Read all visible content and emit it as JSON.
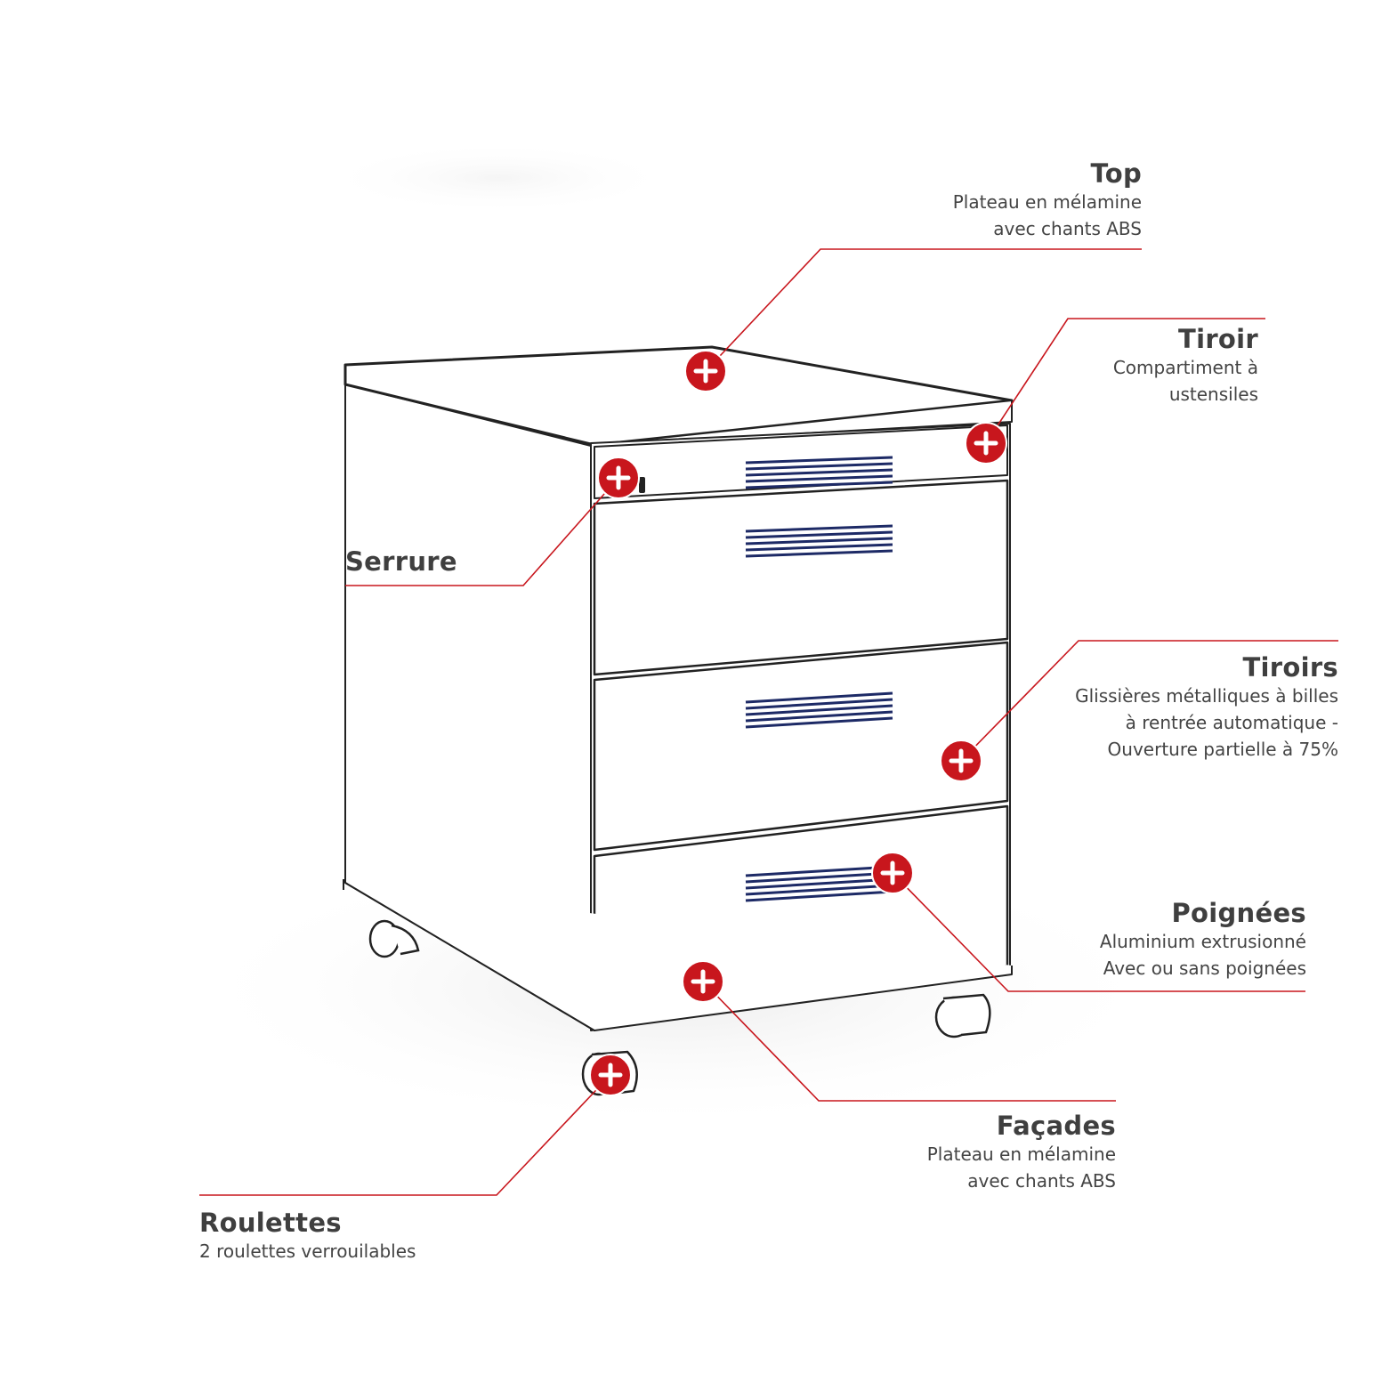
{
  "colors": {
    "accent": "#c8161d",
    "line": "#c8161d",
    "text": "#3f3f3f"
  },
  "callouts": {
    "top": {
      "title": "Top",
      "lines": [
        "Plateau en mélamine",
        "avec chants ABS"
      ]
    },
    "tiroir": {
      "title": "Tiroir",
      "lines": [
        "Compartiment à",
        "ustensiles"
      ]
    },
    "serrure": {
      "title": "Serrure",
      "lines": []
    },
    "tiroirs": {
      "title": "Tiroirs",
      "lines": [
        "Glissières métalliques à billes",
        "à rentrée automatique -",
        "Ouverture partielle à 75%"
      ]
    },
    "poignees": {
      "title": "Poignées",
      "lines": [
        "Aluminium extrusionné",
        "Avec ou sans poignées"
      ]
    },
    "facades": {
      "title": "Façades",
      "lines": [
        "Plateau en mélamine",
        "avec chants ABS"
      ]
    },
    "roulettes": {
      "title": "Roulettes",
      "lines": [
        "2 roulettes verrouilables"
      ]
    }
  },
  "icons": {
    "hotspot": "plus-circle-icon"
  }
}
